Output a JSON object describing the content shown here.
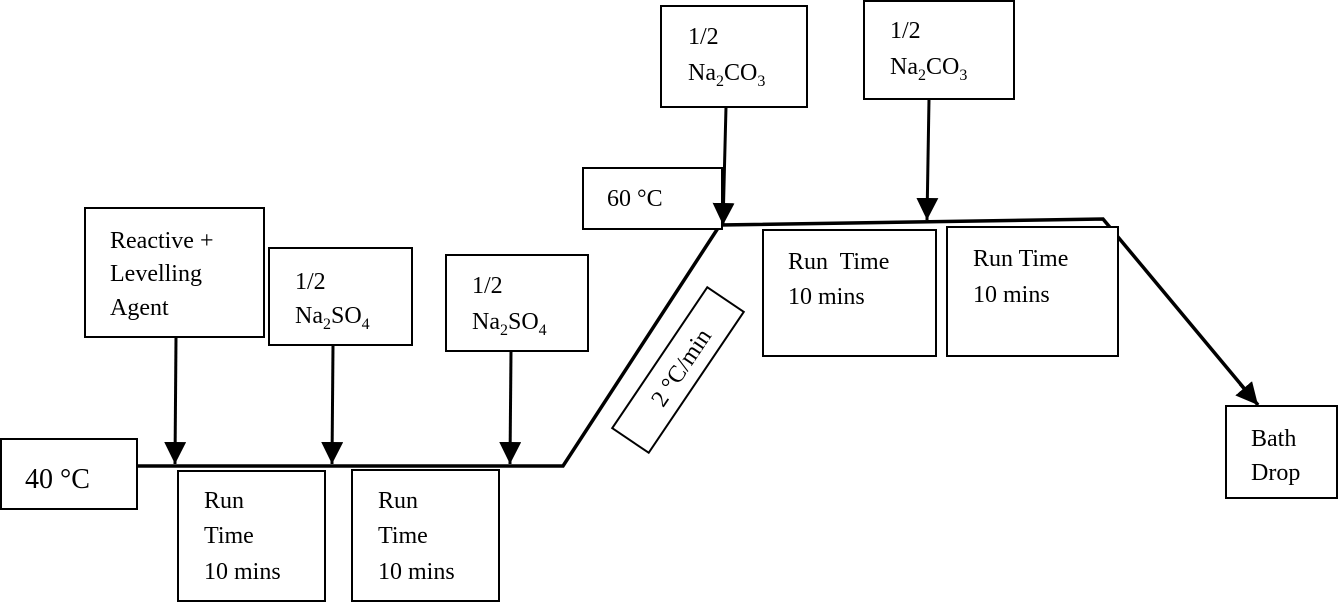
{
  "diagram": {
    "type": "dyeing-process-profile",
    "temperatures": {
      "start": "40 °C",
      "hold": "60 °C"
    },
    "ramp_rate": "2 °C/min",
    "additions": [
      {
        "id": "reactive",
        "lines": [
          "Reactive +",
          "Levelling",
          "Agent"
        ]
      },
      {
        "id": "na2so4-1",
        "fraction": "1/2",
        "chemical": {
          "base": "Na",
          "sub1": "2",
          "mid": "SO",
          "sub2": "4"
        }
      },
      {
        "id": "na2so4-2",
        "fraction": "1/2",
        "chemical": {
          "base": "Na",
          "sub1": "2",
          "mid": "SO",
          "sub2": "4"
        }
      },
      {
        "id": "na2co3-1",
        "fraction": "1/2",
        "chemical": {
          "base": "Na",
          "sub1": "2",
          "mid": "CO",
          "sub2": "3"
        }
      },
      {
        "id": "na2co3-2",
        "fraction": "1/2",
        "chemical": {
          "base": "Na",
          "sub1": "2",
          "mid": "CO",
          "sub2": "3"
        }
      }
    ],
    "run_times": [
      {
        "lines": [
          "Run",
          "Time",
          "10 mins"
        ]
      },
      {
        "lines": [
          "Run",
          "Time",
          "10 mins"
        ]
      },
      {
        "lines": [
          "Run  Time",
          "10 mins"
        ]
      },
      {
        "lines": [
          "Run Time",
          "10 mins"
        ]
      }
    ],
    "end": {
      "lines": [
        "Bath",
        "Drop"
      ]
    }
  }
}
